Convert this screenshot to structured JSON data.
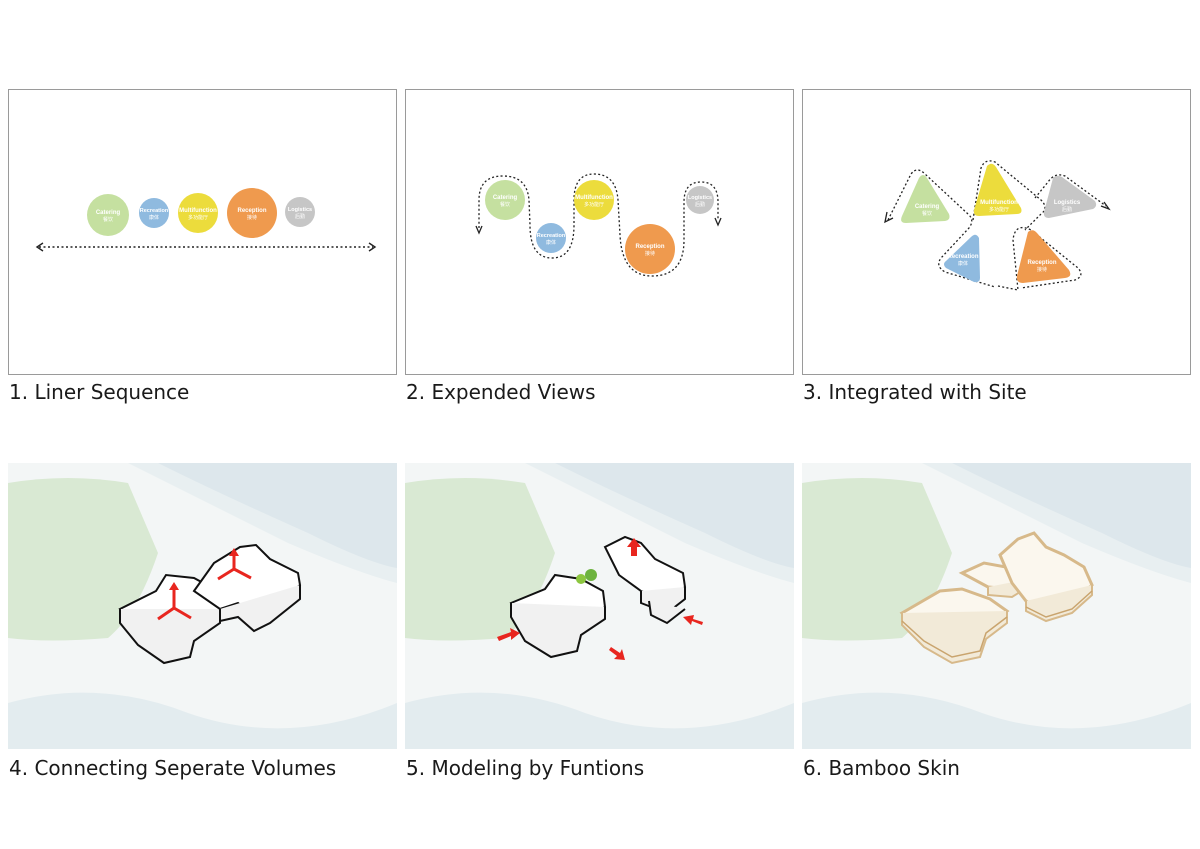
{
  "captions": {
    "p1": "1. Liner Sequence",
    "p2": "2. Expended Views",
    "p3": "3. Integrated with Site",
    "p4": "4. Connecting Seperate Volumes",
    "p5": "5. Modeling by Funtions",
    "p6": "6. Bamboo Skin"
  },
  "functions": {
    "catering": {
      "en": "Catering",
      "cn": "餐饮",
      "color": "#c5e0a0"
    },
    "recreation": {
      "en": "Recreation",
      "cn": "康体",
      "color": "#8fbadf"
    },
    "multifunction": {
      "en": "Multifunction",
      "cn": "多功能厅",
      "color": "#ecdc3c"
    },
    "reception": {
      "en": "Reception",
      "cn": "接待",
      "color": "#ef9a4e"
    },
    "logistics": {
      "en": "Logistics",
      "cn": "后勤",
      "color": "#c6c6c6"
    }
  },
  "colors": {
    "water": "#dde7ec",
    "land": "#f3f6f6",
    "forest": "#d9e9d3",
    "arrow_red": "#e8261f",
    "bamboo": "#d7b98a"
  }
}
